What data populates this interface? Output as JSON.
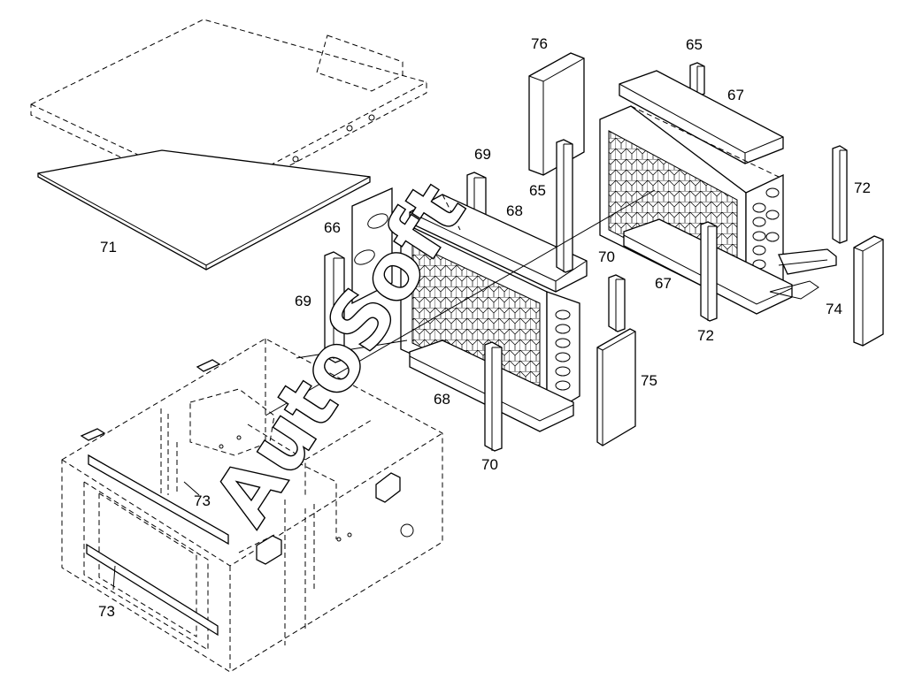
{
  "labels": {
    "p71": "71",
    "p66": "66",
    "p69a": "69",
    "p69b": "69",
    "p68a": "68",
    "p68b": "68",
    "p65a": "65",
    "p65b": "65",
    "p76": "76",
    "p67a": "67",
    "p67b": "67",
    "p70a": "70",
    "p70b": "70",
    "p72a": "72",
    "p72b": "72",
    "p74": "74",
    "p75": "75",
    "p73a": "73",
    "p73b": "73"
  },
  "watermark": "AutoSoft"
}
